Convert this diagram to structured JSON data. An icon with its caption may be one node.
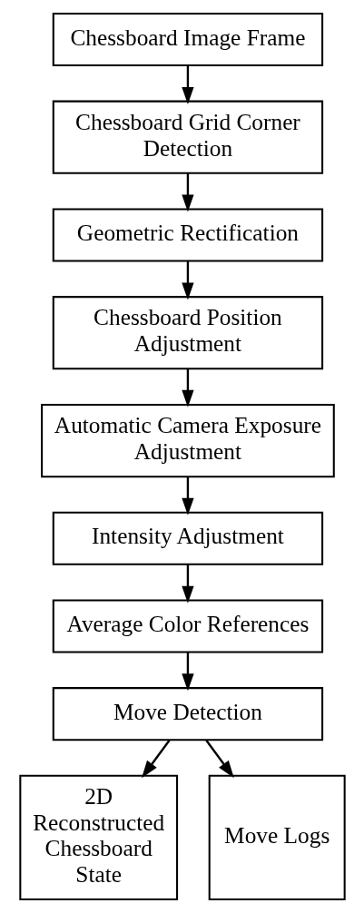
{
  "diagram": {
    "nodes": [
      {
        "text": [
          "Chessboard Image Frame"
        ]
      },
      {
        "text": [
          "Chessboard Grid Corner Detection"
        ]
      },
      {
        "text": [
          "Geometric Rectification"
        ]
      },
      {
        "text": [
          "Chessboard Position Adjustment"
        ]
      },
      {
        "text": [
          "Automatic Camera Exposure Adjustment"
        ]
      },
      {
        "text": [
          "Intensity Adjustment"
        ]
      },
      {
        "text": [
          "Average Color References"
        ]
      },
      {
        "text": [
          "Move Detection"
        ]
      },
      {
        "text": [
          "2D Reconstructed Chessboard State"
        ]
      },
      {
        "text": [
          "Move Logs"
        ]
      }
    ],
    "edges": [
      {
        "from": 0,
        "to": 1,
        "arrow": "to"
      },
      {
        "from": 1,
        "to": 2,
        "arrow": "to"
      },
      {
        "from": 2,
        "to": 3,
        "arrow": "to"
      },
      {
        "from": 3,
        "to": 4,
        "arrow": "to"
      },
      {
        "from": 4,
        "to": 5,
        "arrow": "to"
      },
      {
        "from": 5,
        "to": 6,
        "arrow": "to"
      },
      {
        "from": 6,
        "to": 7,
        "arrow": "to"
      },
      {
        "from": 7,
        "to": 8,
        "arrow": "to"
      },
      {
        "from": 7,
        "to": 9,
        "arrow": "to"
      }
    ]
  }
}
